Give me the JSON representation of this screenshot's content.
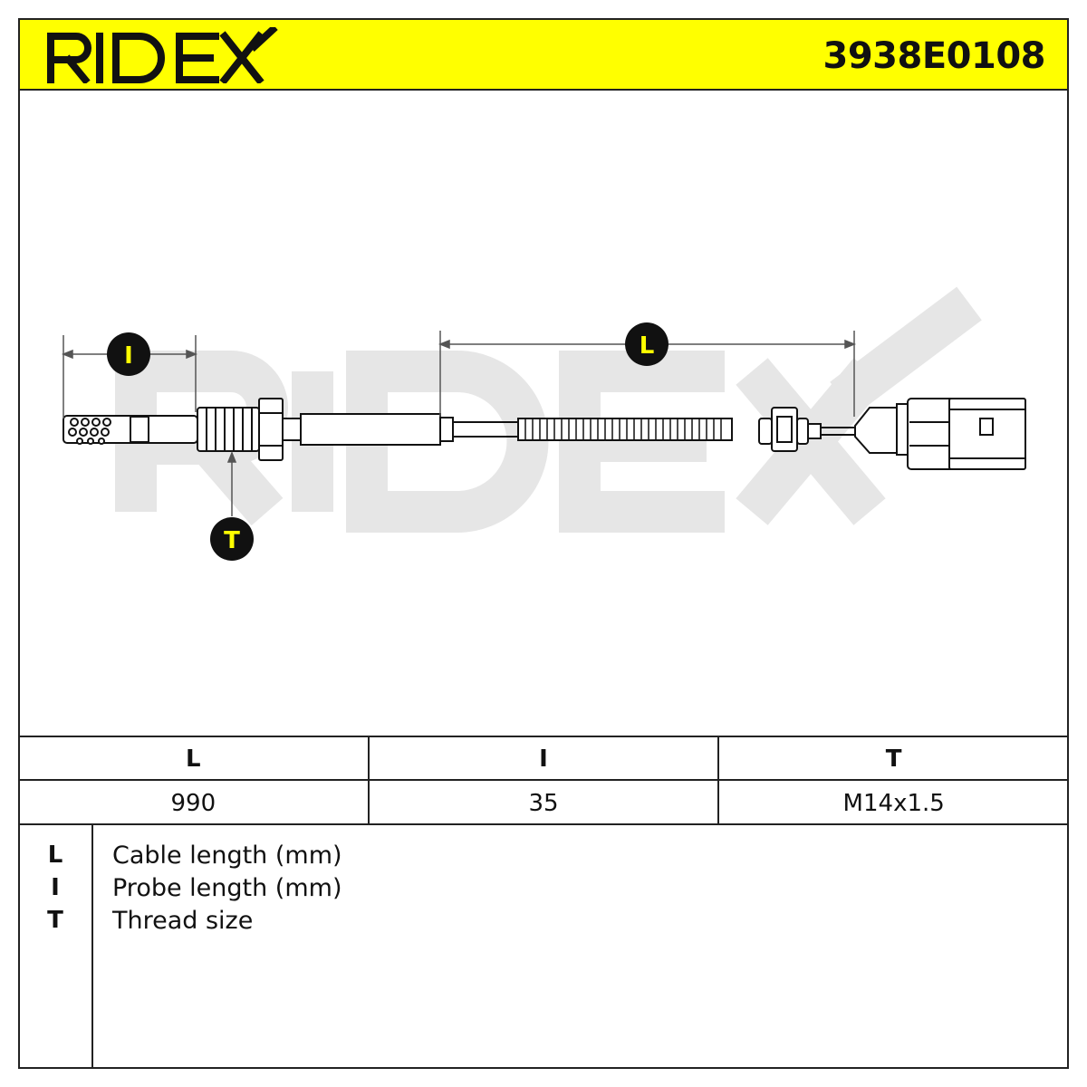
{
  "header": {
    "brand": "RIDEX",
    "part_number": "3938E0108"
  },
  "watermark": "RIDEX",
  "callouts": {
    "probe": "I",
    "cable": "L",
    "thread": "T"
  },
  "spec_table": {
    "headers": [
      "L",
      "I",
      "T"
    ],
    "values": [
      "990",
      "35",
      "M14x1.5"
    ]
  },
  "legend": [
    {
      "key": "L",
      "text": "Cable length (mm)"
    },
    {
      "key": "I",
      "text": "Probe length (mm)"
    },
    {
      "key": "T",
      "text": "Thread size"
    }
  ],
  "colors": {
    "header_bg": "#ffff00",
    "callout_bg": "#111111",
    "callout_text": "#ffff00",
    "watermark": "#e6e6e6"
  }
}
